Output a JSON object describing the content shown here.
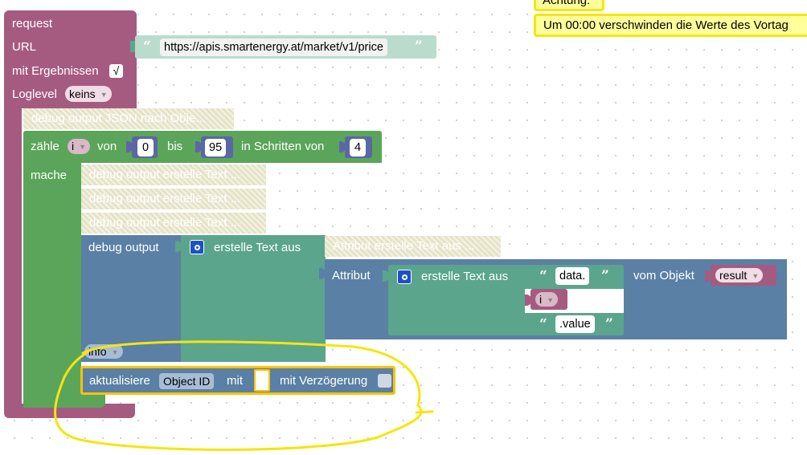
{
  "request_block": {
    "title": "request",
    "url_label": "URL",
    "url_value": "https://apis.smartenergy.at/market/v1/price",
    "with_results_label": "mit Ergebnissen",
    "with_results_checked": "√",
    "loglevel_label": "Loglevel",
    "loglevel_value": "keins"
  },
  "debug_json_block": {
    "label": "debug output JSON nach Obje..."
  },
  "loop_block": {
    "count_label": "zähle",
    "var": "i",
    "from_label": "von",
    "from_value": "0",
    "to_label": "bis",
    "to_value": "95",
    "step_label": "in Schritten von",
    "step_value": "4",
    "do_label": "mache"
  },
  "disabled_debug_items": [
    "debug output erstelle Text ...",
    "debug output erstelle Text ...",
    "debug output erstelle Text ..."
  ],
  "debug_output_block": {
    "label": "debug output",
    "create_text_label": "erstelle Text aus",
    "attr_disabled_label": "Attribut erstelle Text aus ...",
    "attribute_label": "Attribut",
    "inner_create_text_label": "erstelle Text aus",
    "text1": "data.",
    "var_i": "i",
    "text2": ".value",
    "from_object_label": "vom Objekt",
    "object_var": "result",
    "level_value": "info"
  },
  "update_block": {
    "label": "aktualisiere",
    "object_id": "Object ID",
    "with_label": "mit",
    "delay_label": "mit Verzögerung"
  },
  "comment": {
    "title": "Achtung:",
    "text": "Um 00:00 verschwinden die Werte des Vortag"
  },
  "colors": {
    "request_purple": "#a55b80",
    "loop_green": "#5ba55b",
    "action_blue": "#5b80a5",
    "text_green": "#5ba58c",
    "variable_purple": "#a55b80",
    "annotation_yellow": "#f5e60f"
  }
}
